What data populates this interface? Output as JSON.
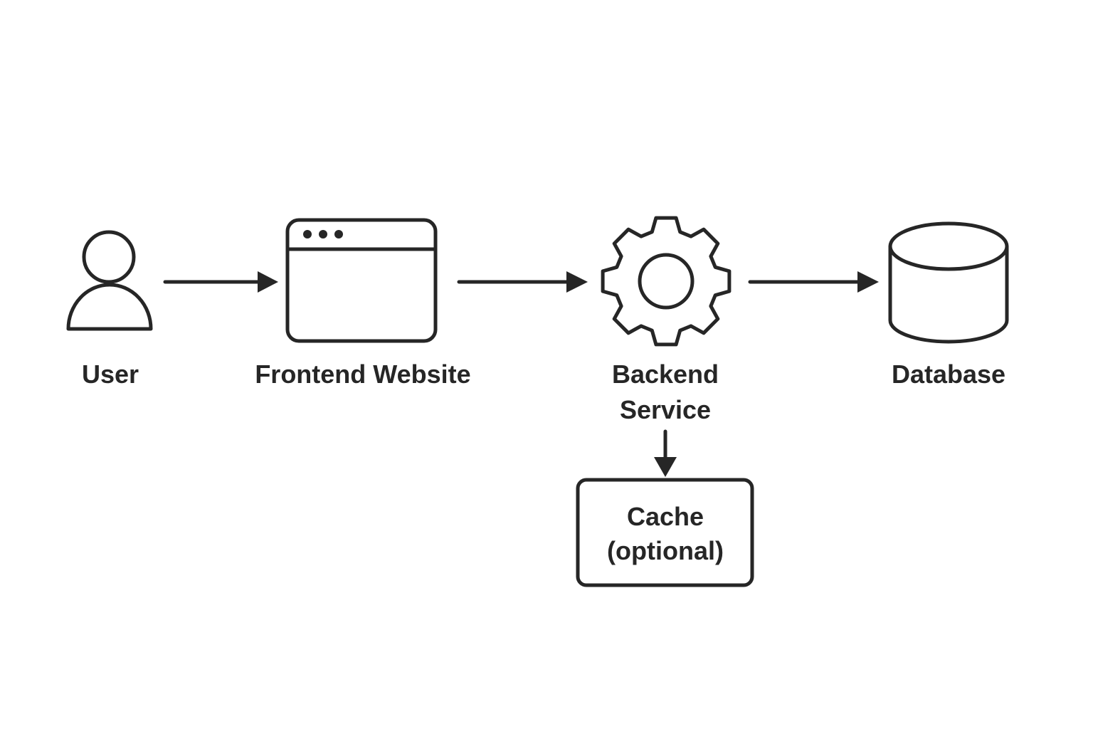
{
  "nodes": {
    "user": {
      "label": "User",
      "icon": "user-icon"
    },
    "frontend": {
      "label": "Frontend Website",
      "icon": "browser-window-icon"
    },
    "backend": {
      "label_line1": "Backend",
      "label_line2": "Service",
      "icon": "gear-icon"
    },
    "database": {
      "label": "Database",
      "icon": "database-icon"
    },
    "cache": {
      "label_line1": "Cache",
      "label_line2": "(optional)"
    }
  },
  "edges": [
    {
      "from": "User",
      "to": "Frontend Website"
    },
    {
      "from": "Frontend Website",
      "to": "Backend Service"
    },
    {
      "from": "Backend Service",
      "to": "Database"
    },
    {
      "from": "Backend Service",
      "to": "Cache (optional)"
    }
  ],
  "colors": {
    "stroke": "#262626",
    "background": "#ffffff"
  }
}
